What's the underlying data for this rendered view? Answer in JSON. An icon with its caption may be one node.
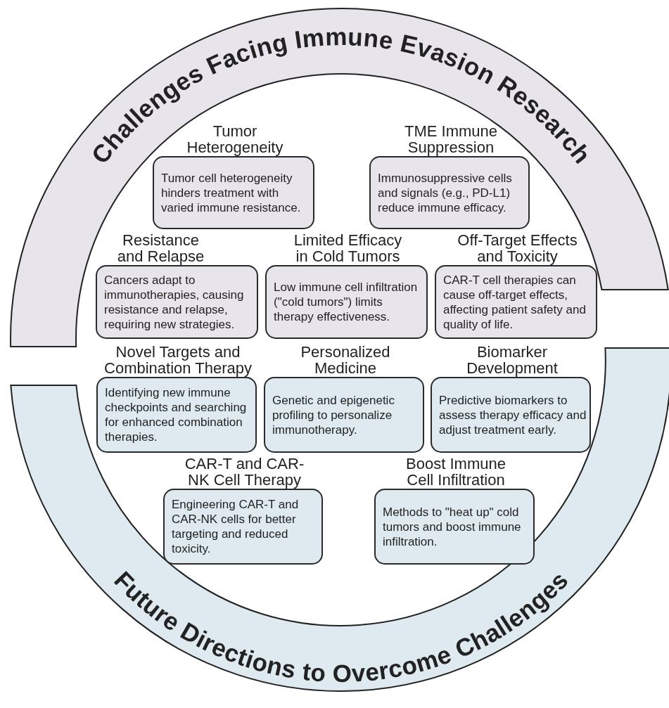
{
  "diagram": {
    "nodes": [
      {
        "text": [
          "Challenges Facing Immune Evasion Research"
        ]
      },
      {
        "text": [
          "Future Directions to Overcome Challenges"
        ]
      },
      {
        "text": [
          "Tumor Heterogeneity",
          "Tumor cell heterogeneity hinders treatment with varied immune resistance."
        ]
      },
      {
        "text": [
          "TME Immune Suppression",
          "Immunosuppressive cells and signals (e.g., PD-L1) reduce immune efficacy."
        ]
      },
      {
        "text": [
          "Resistance and Relapse",
          "Cancers adapt to immunotherapies, causing resistance and relapse, requiring new strategies."
        ]
      },
      {
        "text": [
          "Limited Efficacy in Cold Tumors",
          "Low immune cell infiltration (\"cold tumors\") limits therapy effectiveness."
        ]
      },
      {
        "text": [
          "Off-Target Effects and Toxicity",
          "CAR-T cell therapies can cause off-target effects, affecting patient safety and quality of life."
        ]
      },
      {
        "text": [
          "Novel Targets and Combination Therapy",
          "Identifying new immune checkpoints and searching for enhanced combination therapies."
        ]
      },
      {
        "text": [
          "Personalized Medicine",
          "Genetic and epigenetic profiling to personalize immunotherapy."
        ]
      },
      {
        "text": [
          "Biomarker Development",
          "Predictive biomarkers to assess therapy efficacy and adjust treatment early."
        ]
      },
      {
        "text": [
          "CAR-T and CAR-NK Cell Therapy",
          "Engineering CAR-T and CAR-NK cells for better targeting and reduced toxicity."
        ]
      },
      {
        "text": [
          "Boost Immune Cell Infiltration",
          "Methods to \"heat up\" cold tumors and boost immune infiltration."
        ]
      }
    ]
  }
}
